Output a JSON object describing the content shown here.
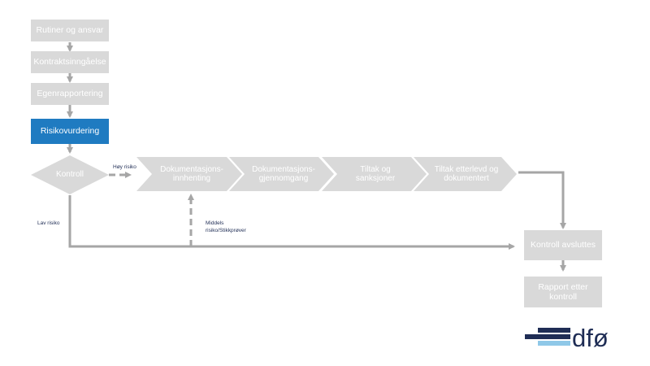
{
  "diagram": {
    "steps": [
      {
        "label": "Rutiner og ansvar",
        "active": false
      },
      {
        "label": "Kontraktsinngåelse",
        "active": false
      },
      {
        "label": "Egenrapportering",
        "active": false
      },
      {
        "label": "Risikovurdering",
        "active": true
      }
    ],
    "decision": "Kontroll",
    "chevrons": [
      "Dokumentasjons-innhenting",
      "Dokumentasjons-gjennomgang",
      "Tiltak og sanksjoner",
      "Tiltak etterlevd og dokumentert"
    ],
    "end_boxes": [
      "Kontroll avsluttes",
      "Rapport etter kontroll"
    ],
    "edge_labels": {
      "high": "Høy risiko",
      "low": "Lav risiko",
      "medium_line1": "Middels",
      "medium_line2": "risiko/Stikkprøver"
    }
  },
  "logo": {
    "text": "dfø"
  },
  "colors": {
    "box": "#d9d9d9",
    "active": "#1f7bc1",
    "arrow": "#a6a6a6",
    "label": "#1f2d55",
    "logo_dark": "#1f2d55",
    "logo_light": "#8fc8e8"
  }
}
